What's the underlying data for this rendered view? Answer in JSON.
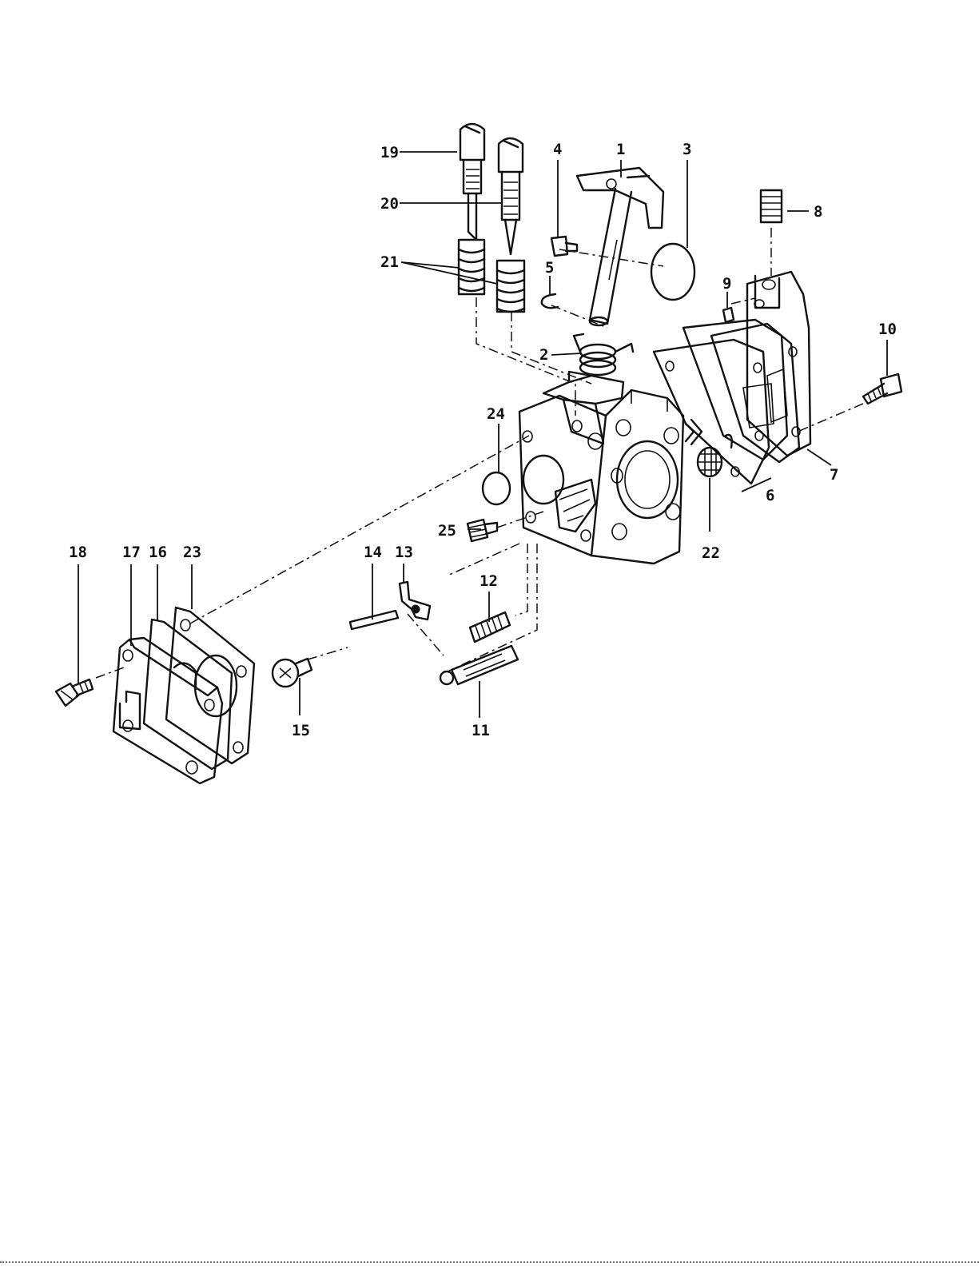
{
  "labels": [
    {
      "id": "1",
      "text": "1"
    },
    {
      "id": "2",
      "text": "2"
    },
    {
      "id": "3",
      "text": "3"
    },
    {
      "id": "4",
      "text": "4"
    },
    {
      "id": "5",
      "text": "5"
    },
    {
      "id": "6",
      "text": "6"
    },
    {
      "id": "7",
      "text": "7"
    },
    {
      "id": "8",
      "text": "8"
    },
    {
      "id": "9",
      "text": "9"
    },
    {
      "id": "10",
      "text": "10"
    },
    {
      "id": "11",
      "text": "11"
    },
    {
      "id": "12",
      "text": "12"
    },
    {
      "id": "13",
      "text": "13"
    },
    {
      "id": "14",
      "text": "14"
    },
    {
      "id": "15",
      "text": "15"
    },
    {
      "id": "16",
      "text": "16"
    },
    {
      "id": "17",
      "text": "17"
    },
    {
      "id": "18",
      "text": "18"
    },
    {
      "id": "19",
      "text": "19"
    },
    {
      "id": "20",
      "text": "20"
    },
    {
      "id": "21",
      "text": "21"
    },
    {
      "id": "22",
      "text": "22"
    },
    {
      "id": "23",
      "text": "23"
    },
    {
      "id": "24",
      "text": "24"
    },
    {
      "id": "25",
      "text": "25"
    },
    {
      "id": "6b",
      "text": "6"
    }
  ]
}
